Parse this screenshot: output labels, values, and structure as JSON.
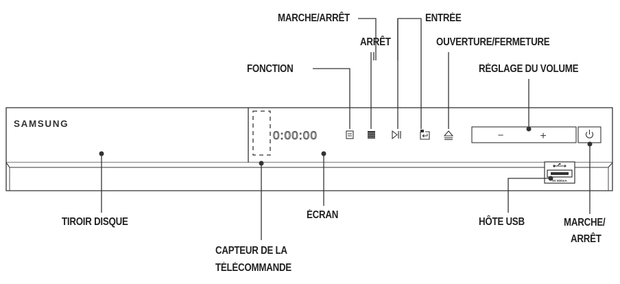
{
  "device": {
    "brand": "SAMSUNG",
    "display_text": "0:00:00",
    "usb_rating": "5V 500mA"
  },
  "labels": {
    "marche_arret_top": "MARCHE/ARRÊT",
    "entree": "ENTRÉE",
    "arret": "ARRÊT",
    "ouverture_fermeture": "OUVERTURE/FERMETURE",
    "fonction": "FONCTION",
    "reglage_volume": "RÉGLAGE DU VOLUME",
    "tiroir_disque": "TIROIR DISQUE",
    "ecran": "ÉCRAN",
    "hote_usb": "HÔTE USB",
    "marche_arret_bottom_1": "MARCHE/",
    "marche_arret_bottom_2": "ARRÊT",
    "capteur_1": "CAPTEUR DE LA",
    "capteur_2": "TÉLÉCOMMANDE"
  },
  "buttons": {
    "volume_minus": "−",
    "volume_plus": "+"
  }
}
